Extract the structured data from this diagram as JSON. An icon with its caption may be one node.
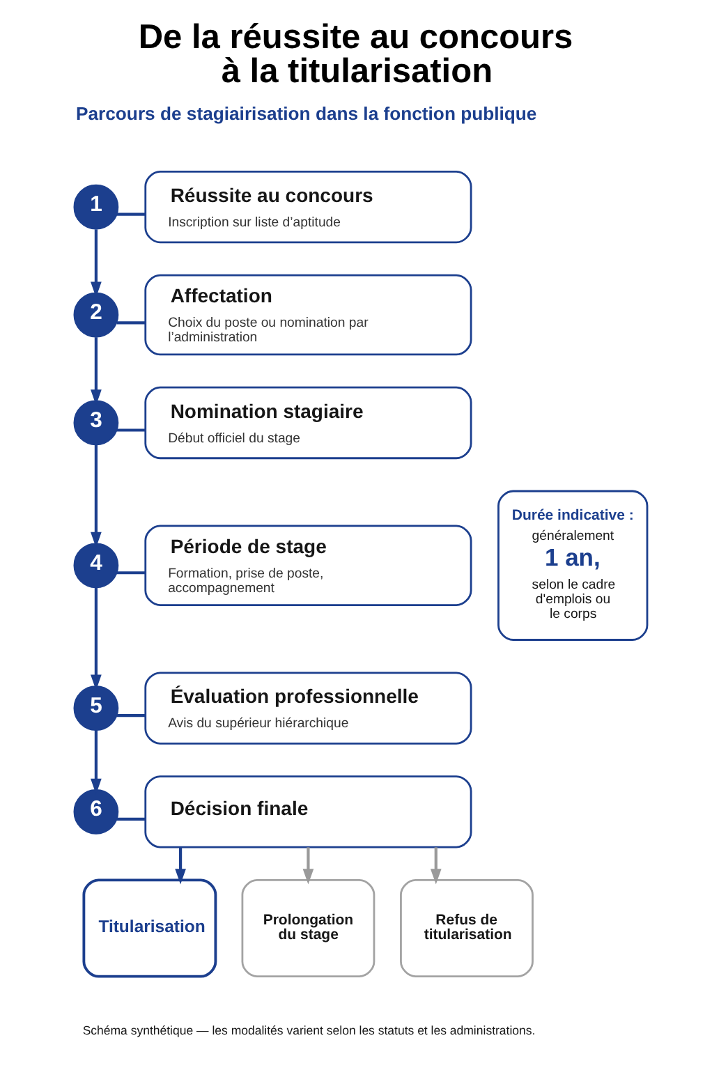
{
  "diagram": {
    "title": "De la réussite au concours à la titularisation",
    "caption": "Schéma synthétique — les modalités varient selon les statuts et les administrations.",
    "nodes": [
      {
        "text": [
          "1"
        ]
      },
      {
        "text": [
          "Réussite au concours",
          "Inscription sur liste d’aptitude"
        ]
      },
      {
        "text": [
          "2"
        ]
      },
      {
        "text": [
          "Affectation",
          "Choix du poste ou nomination par l’administration"
        ]
      },
      {
        "text": [
          "3"
        ]
      },
      {
        "text": [
          "Nomination stagiaire",
          "Début officiel du stage"
        ]
      },
      {
        "text": [
          "4"
        ]
      },
      {
        "text": [
          "Période de stage",
          "Formation, prise de poste, accompagnement"
        ]
      },
      {
        "text": [
          "5"
        ]
      },
      {
        "text": [
          "Évaluation professionnelle",
          "Avis du supérieur hiérarchique"
        ]
      },
      {
        "text": [
          "6"
        ]
      },
      {
        "text": [
          "Décision finale"
        ]
      },
      {
        "text": [
          "Durée indicative :",
          "généralement",
          "1 an,",
          "selon le cadre d'emplois ou le corps"
        ]
      },
      {
        "text": [
          "Titularisation"
        ]
      },
      {
        "text": [
          "Prolongation du stage"
        ]
      },
      {
        "text": [
          "Refus de titularisation"
        ]
      }
    ],
    "edges": [
      {
        "from": 0,
        "to": 1,
        "arrow": "none"
      },
      {
        "from": 0,
        "to": 2,
        "arrow": "to"
      },
      {
        "from": 2,
        "to": 3,
        "arrow": "none"
      },
      {
        "from": 2,
        "to": 4,
        "arrow": "to"
      },
      {
        "from": 4,
        "to": 5,
        "arrow": "none"
      },
      {
        "from": 4,
        "to": 6,
        "arrow": "to"
      },
      {
        "from": 6,
        "to": 7,
        "arrow": "none"
      },
      {
        "from": 6,
        "to": 8,
        "arrow": "to"
      },
      {
        "from": 8,
        "to": 9,
        "arrow": "none"
      },
      {
        "from": 8,
        "to": 10,
        "arrow": "to"
      },
      {
        "from": 10,
        "to": 11,
        "arrow": "none"
      },
      {
        "from": 11,
        "to": 13,
        "arrow": "to"
      },
      {
        "from": 11,
        "to": 14,
        "arrow": "to",
        "color": "#9a9a9a"
      },
      {
        "from": 11,
        "to": 15,
        "arrow": "to",
        "color": "#9a9a9a"
      }
    ],
    "labels": [
      "Parcours de stagiairisation dans la fonction publique"
    ]
  }
}
